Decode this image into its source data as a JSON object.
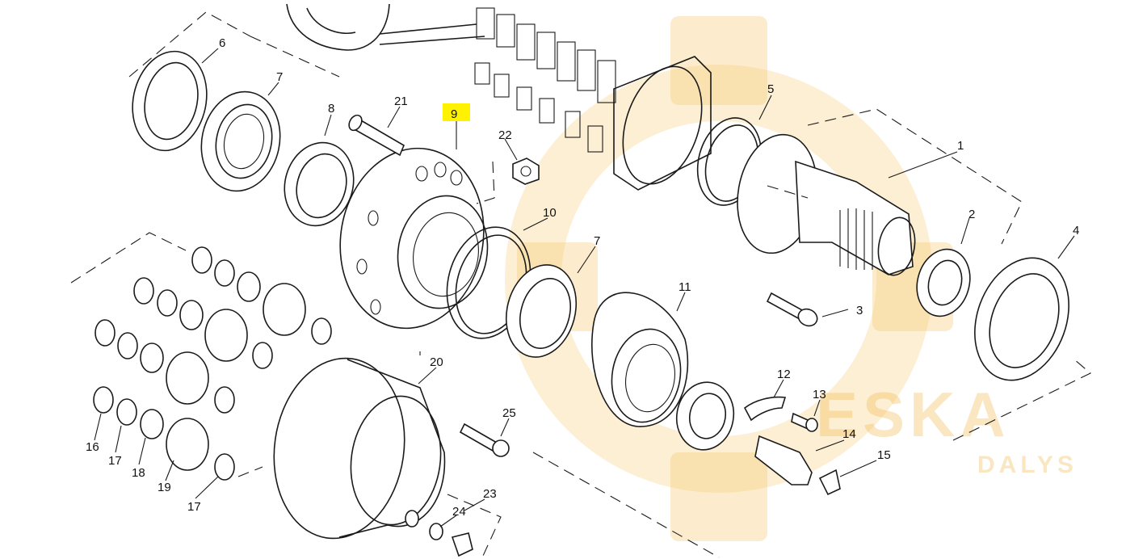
{
  "diagram": {
    "highlight_color": "#fff200",
    "watermark_color": "#f5c463",
    "watermark": {
      "brand": "ESKA",
      "tagline": "DALYS"
    },
    "callouts": [
      {
        "id": "c1",
        "label": "1"
      },
      {
        "id": "c2",
        "label": "2"
      },
      {
        "id": "c3",
        "label": "3"
      },
      {
        "id": "c4",
        "label": "4"
      },
      {
        "id": "c5",
        "label": "5"
      },
      {
        "id": "c6",
        "label": "6"
      },
      {
        "id": "c7a",
        "label": "7"
      },
      {
        "id": "c7b",
        "label": "7"
      },
      {
        "id": "c8",
        "label": "8"
      },
      {
        "id": "c9",
        "label": "9",
        "highlighted": true
      },
      {
        "id": "c10",
        "label": "10"
      },
      {
        "id": "c11",
        "label": "11"
      },
      {
        "id": "c12",
        "label": "12"
      },
      {
        "id": "c13",
        "label": "13"
      },
      {
        "id": "c14",
        "label": "14"
      },
      {
        "id": "c15",
        "label": "15"
      },
      {
        "id": "c16",
        "label": "16"
      },
      {
        "id": "c17a",
        "label": "17"
      },
      {
        "id": "c17b",
        "label": "17"
      },
      {
        "id": "c18",
        "label": "18"
      },
      {
        "id": "c19",
        "label": "19"
      },
      {
        "id": "c20",
        "label": "20"
      },
      {
        "id": "c21",
        "label": "21"
      },
      {
        "id": "c22",
        "label": "22"
      },
      {
        "id": "c23",
        "label": "23"
      },
      {
        "id": "c24",
        "label": "24"
      },
      {
        "id": "c25",
        "label": "25"
      }
    ]
  }
}
